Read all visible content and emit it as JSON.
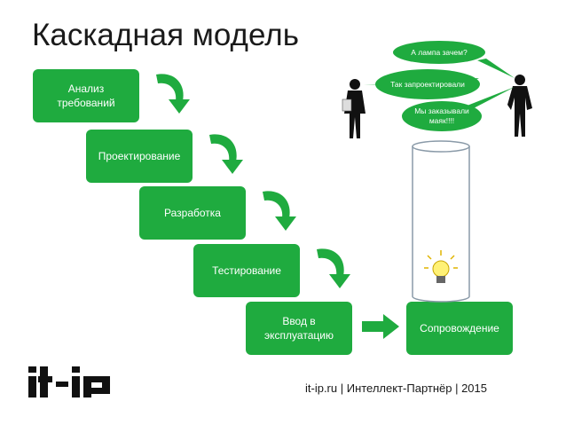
{
  "title": "Каскадная модель",
  "steps": [
    {
      "label": "Анализ требований"
    },
    {
      "label": "Проектирование"
    },
    {
      "label": "Разработка"
    },
    {
      "label": "Тестирование"
    },
    {
      "label": "Ввод в эксплуатацию"
    },
    {
      "label": "Сопровождение"
    }
  ],
  "speech": {
    "question": "А лампа зачем?",
    "answer": "Так запроектировали",
    "complaint": "Мы заказывали маяк!!!!"
  },
  "logo_text": "it-ip",
  "footer": "it-ip.ru | Интеллект-Партнёр | 2015",
  "colors": {
    "accent": "#1fab3f",
    "text": "#1a1a1a",
    "tower_outline": "#8a9aa8"
  },
  "icons": [
    "curved-arrow-icon",
    "right-arrow-icon",
    "lightbulb-icon",
    "person-icon"
  ]
}
